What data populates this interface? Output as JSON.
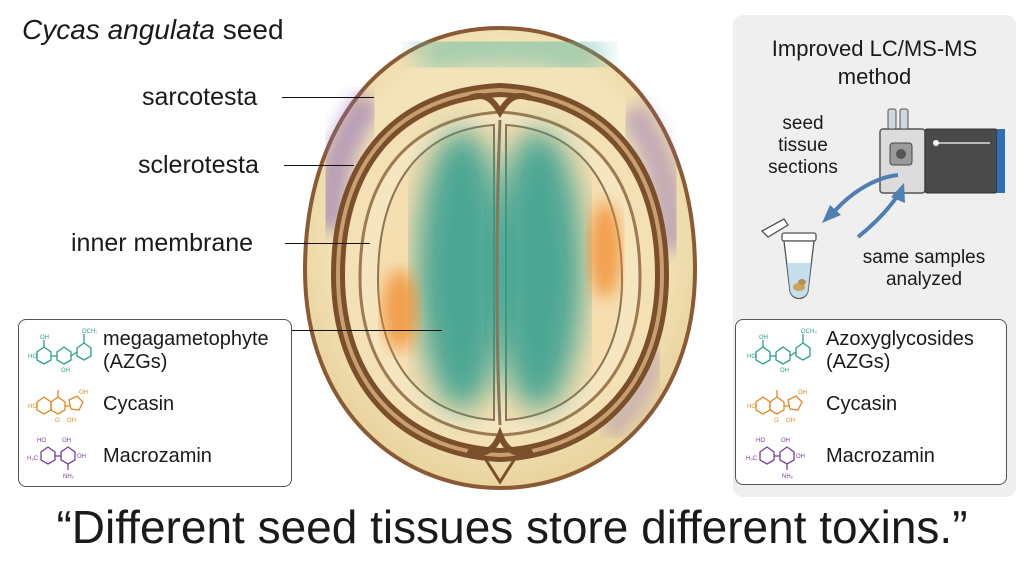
{
  "title": {
    "species": "Cycas angulata",
    "rest": " seed"
  },
  "seed_labels": {
    "sarcotesta": "sarcotesta",
    "sclerotesta": "sclerotesta",
    "inner_membrane": "inner membrane"
  },
  "left_legend": {
    "items": [
      {
        "label_line1": "megagametophyte",
        "label_line2": "(AZGs)",
        "icon": "azoxyglycoside-structure-icon",
        "color": "#2a9d8f"
      },
      {
        "label_line1": "Cycasin",
        "icon": "cycasin-structure-icon",
        "color": "#e08a1e"
      },
      {
        "label_line1": "Macrozamin",
        "icon": "macrozamin-structure-icon",
        "color": "#7a3e9d"
      }
    ]
  },
  "method_panel": {
    "title_line1": "Improved LC/MS-MS",
    "title_line2": "method",
    "sections_label": [
      "seed",
      "tissue",
      "sections"
    ],
    "samples_label": [
      "same samples",
      "analyzed"
    ]
  },
  "right_legend": {
    "items": [
      {
        "label_line1": "Azoxyglycosides",
        "label_line2": "(AZGs)",
        "icon": "azoxyglycoside-structure-icon",
        "color": "#2a9d8f"
      },
      {
        "label_line1": "Cycasin",
        "icon": "cycasin-structure-icon",
        "color": "#e08a1e"
      },
      {
        "label_line1": "Macrozamin",
        "icon": "macrozamin-structure-icon",
        "color": "#7a3e9d"
      }
    ]
  },
  "quote": "“Different seed tissues store different toxins.”",
  "colors": {
    "azg_teal": "#2a9d8f",
    "cycasin_orange": "#e08a1e",
    "macrozamin_purple": "#7a3e9d",
    "panel_bg": "#efefef",
    "seed_shell": "#8a5a34"
  }
}
